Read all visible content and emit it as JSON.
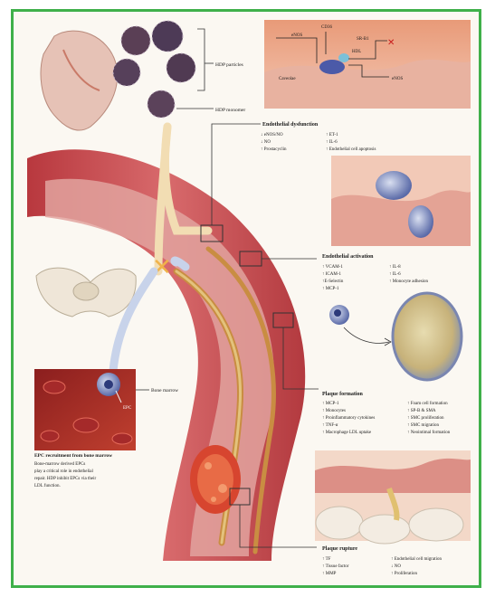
{
  "labels": {
    "hdl_particles": "HDP particles",
    "hdl_monomer": "HDP monomer",
    "endothelial_title": "Endothelial dysfunction",
    "endothelial_left": [
      "↓ eNOS/NO",
      "↓ NO",
      "↑ Prostacyclin"
    ],
    "endothelial_right": [
      "↑ ET-1",
      "↑ IL-6",
      "↑ Endothelial cell apoptosis"
    ],
    "activation_title": "Endothelial activation",
    "activation_left": [
      "↑ VCAM-1",
      "↑ ICAM-1",
      "↑E-Selectin",
      "↑ MCP-1"
    ],
    "activation_right": [
      "↑ IL-8",
      "↑ IL-6",
      "↑ Monocyte adhesion"
    ],
    "plaque_formation_title": "Plaque formation",
    "plaque_formation_left": [
      "↑ MCP-1",
      "↑ Monocytes",
      "↑ Proinflammatory cytokines",
      "↑ TNF-α",
      "↑ Macrophage LDL uptake"
    ],
    "plaque_formation_right": [
      "↑ Foam cell formation",
      "↑ SP-B & SMA",
      "↑ SMC proliferation",
      "↑ SMC migration",
      "↑ Neointimal formation"
    ],
    "plaque_rupture_title": "Plaque rupture",
    "plaque_rupture_left": [
      "↑ TF",
      "↑ Tissue factor",
      "↑ MMP"
    ],
    "plaque_rupture_right": [
      "↑ Endothelial cell migration",
      "↓ NO",
      "↑ Proliferation"
    ],
    "bone_marrow": "Bone marrow",
    "epc": "EPC",
    "caption_title": "EPC recruitment from bone marrow",
    "caption_body": [
      "Bone-marrow derived EPCs",
      "play a critical role in endothelial",
      "repair. HDP inhibit EPCs via their",
      "LDL function."
    ],
    "top_right": [
      "eNOS",
      "CD36",
      "Caveolae",
      "HDL",
      "SR-B1",
      "eNOS"
    ],
    "top_right_mark": "✕"
  },
  "colors": {
    "frame": "#3fb04a",
    "vessel_outer": "#c4464a",
    "vessel_wall": "#d9767a",
    "lumen": "#e9b5b0",
    "plaque": "#d8a55a",
    "background": "#fbf8f2"
  }
}
